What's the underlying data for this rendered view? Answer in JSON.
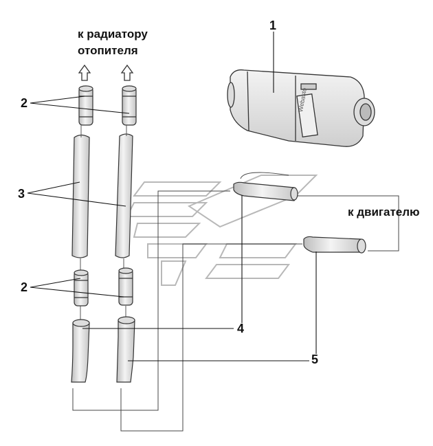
{
  "labels": {
    "to_heater_line1": "к радиатору",
    "to_heater_line2": "отопителя",
    "to_engine": "к двигателю",
    "brand": "Webasto"
  },
  "callouts": {
    "heater_unit": "1",
    "connector_top": "2",
    "hose_straight": "3",
    "connector_bottom": "2",
    "hose_bent": "4",
    "hose_lower": "5"
  },
  "colors": {
    "line": "#111111",
    "part_fill": "#e8e8e8",
    "part_shade": "#cfcfcf",
    "watermark": "#b8b8b8"
  }
}
